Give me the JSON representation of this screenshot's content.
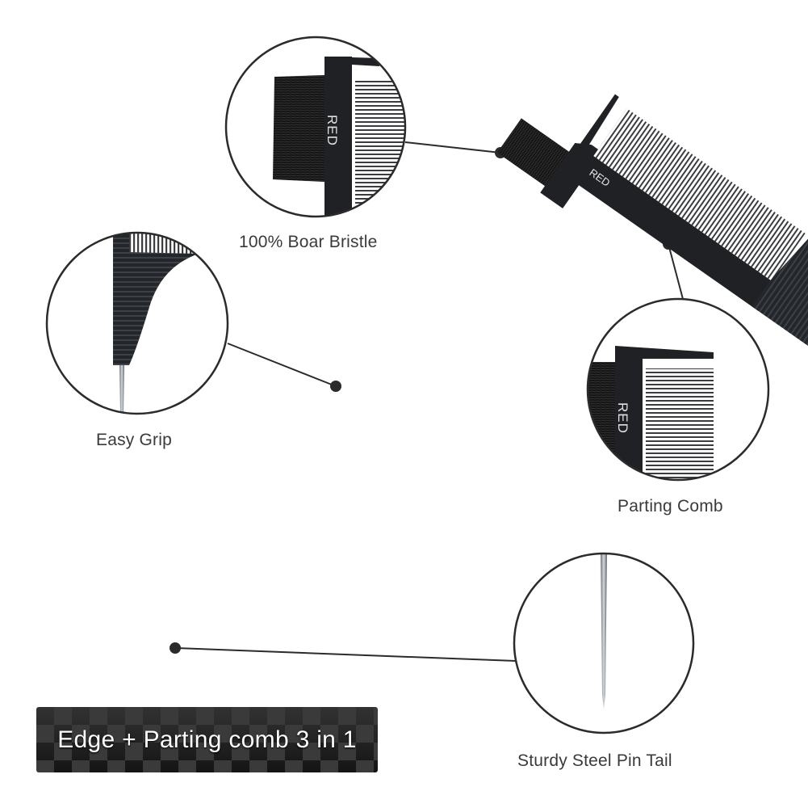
{
  "callouts": {
    "bristle": {
      "label": "100% Boar Bristle",
      "icon": "boar-bristle-closeup-icon"
    },
    "grip": {
      "label": "Easy Grip",
      "icon": "grip-closeup-icon"
    },
    "parting": {
      "label": "Parting Comb",
      "icon": "parting-comb-closeup-icon"
    },
    "pin": {
      "label": "Sturdy Steel Pin Tail",
      "icon": "steel-pin-closeup-icon"
    }
  },
  "brand": {
    "logo_text": "RED"
  },
  "banner": {
    "text": "Edge + Parting comb 3 in 1"
  },
  "colors": {
    "comb_body": "#1f2124",
    "comb_teeth": "#3a3c40",
    "bristle": "#141414",
    "line": "#2b2b2b",
    "circle_stroke": "#2b2b2b",
    "steel": "#9aa0a6"
  }
}
